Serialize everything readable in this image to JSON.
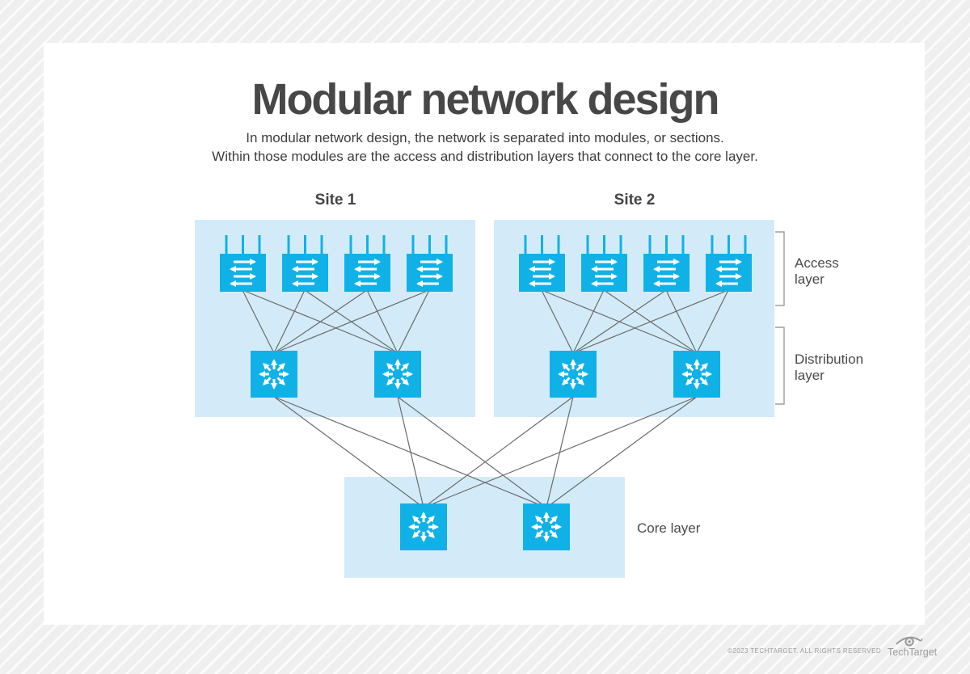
{
  "page": {
    "title": "Modular network design",
    "subtitle_line1": "In modular network design, the network is separated into modules, or sections.",
    "subtitle_line2": "Within those modules are the access and distribution layers that connect to the core layer."
  },
  "diagram": {
    "site1_label": "Site 1",
    "site2_label": "Site 2",
    "access_layer_line1": "Access",
    "access_layer_line2": "layer",
    "distribution_layer_line1": "Distribution",
    "distribution_layer_line2": "layer",
    "core_layer_label": "Core layer",
    "site1_access_switch_count": 4,
    "site1_distribution_switch_count": 2,
    "site2_access_switch_count": 4,
    "site2_distribution_switch_count": 2,
    "core_switch_count": 2,
    "icons": {
      "access_switch": "workgroup-switch-icon",
      "distribution_switch": "multilayer-switch-icon",
      "core_switch": "multilayer-switch-icon"
    }
  },
  "colors": {
    "switch_blue": "#10b1e7",
    "site_box_blue": "#d3ebf9",
    "line_gray": "#6a6a6a",
    "title_gray": "#474747"
  },
  "footer": {
    "copyright": "©2023 TECHTARGET. ALL RIGHTS RESERVED",
    "brand": "TechTarget"
  }
}
